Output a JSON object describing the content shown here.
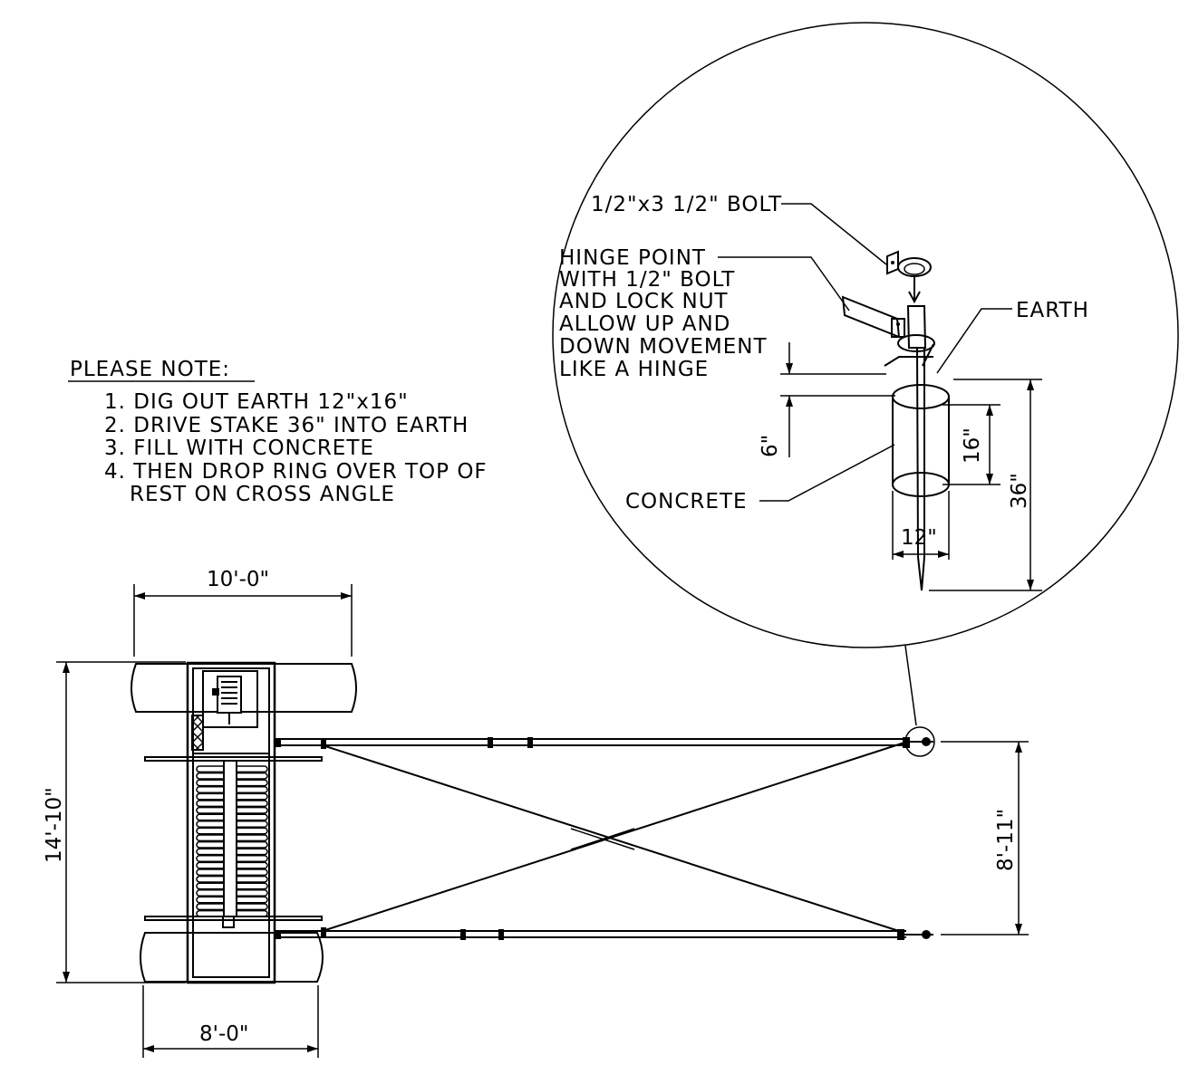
{
  "note": {
    "heading": "PLEASE NOTE:",
    "items": [
      "1. DIG OUT EARTH 12\"x16\"",
      "2. DRIVE STAKE 36\" INTO EARTH",
      "3. FILL WITH CONCRETE",
      "4. THEN DROP RING OVER TOP OF",
      "REST ON CROSS ANGLE"
    ]
  },
  "detail": {
    "bolt_label": "1/2\"x3 1/2\" BOLT",
    "hinge_lines": [
      "HINGE POINT",
      "WITH 1/2\" BOLT",
      "AND LOCK NUT",
      "ALLOW UP AND",
      "DOWN MOVEMENT",
      "LIKE A HINGE"
    ],
    "earth_label": "EARTH",
    "concrete_label": "CONCRETE",
    "dim_6": "6\"",
    "dim_16": "16\"",
    "dim_36": "36\"",
    "dim_12": "12\""
  },
  "plan": {
    "dim_width_top": "10'-0\"",
    "dim_height_left": "14'-10\"",
    "dim_width_bottom": "8'-0\"",
    "dim_spacing_right": "8'-11\""
  }
}
